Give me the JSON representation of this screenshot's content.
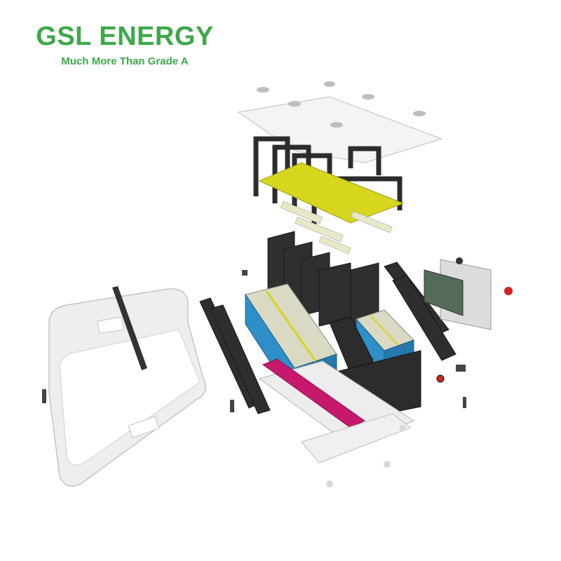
{
  "brand": {
    "name": "GSL ENERGY",
    "tagline": "Much More Than Grade A",
    "color": "#3ea84a"
  },
  "illustration": {
    "subject": "exploded-view-battery-pack",
    "colors": {
      "cells_blue": "#2f8fc8",
      "busbar_yellow": "#d6d61e",
      "frame_dark": "#2a2a2a",
      "tray_magenta": "#c8186e",
      "enclosure_grey": "#e6e6e6"
    }
  }
}
